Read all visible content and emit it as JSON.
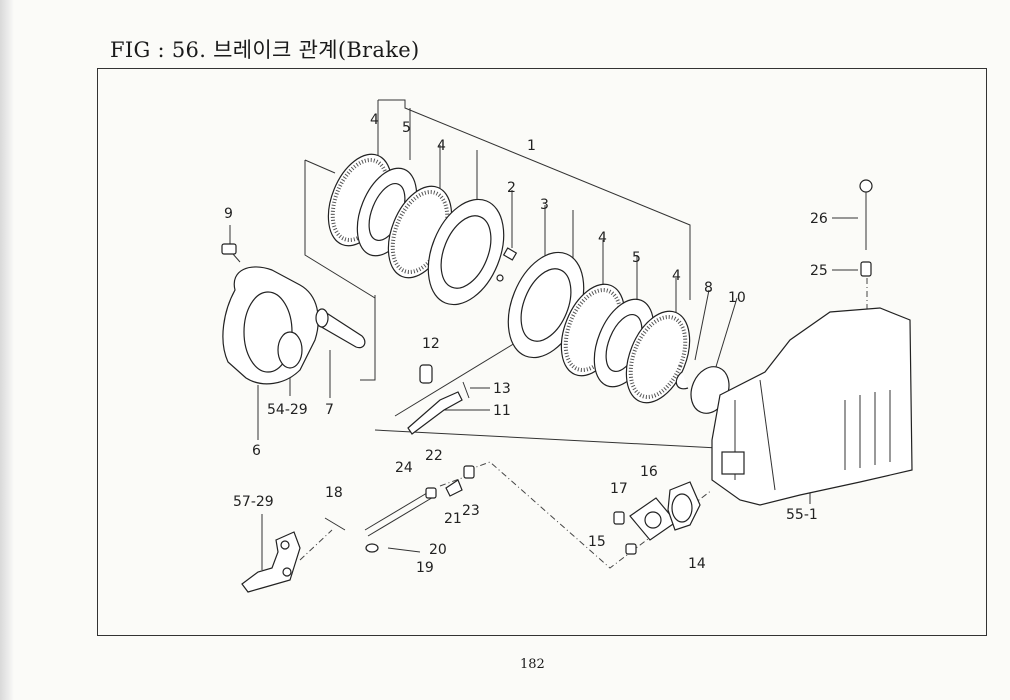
{
  "figure": {
    "title": "FIG : 56. 브레이크 관계(Brake)",
    "page_number": "182"
  },
  "callouts": [
    {
      "id": "p1",
      "label": "1"
    },
    {
      "id": "p2",
      "label": "2"
    },
    {
      "id": "p3",
      "label": "3"
    },
    {
      "id": "p4a",
      "label": "4"
    },
    {
      "id": "p4b",
      "label": "4"
    },
    {
      "id": "p4c",
      "label": "4"
    },
    {
      "id": "p4d",
      "label": "4"
    },
    {
      "id": "p5a",
      "label": "5"
    },
    {
      "id": "p5b",
      "label": "5"
    },
    {
      "id": "p6",
      "label": "6"
    },
    {
      "id": "p7",
      "label": "7"
    },
    {
      "id": "p8",
      "label": "8"
    },
    {
      "id": "p9",
      "label": "9"
    },
    {
      "id": "p10",
      "label": "10"
    },
    {
      "id": "p11",
      "label": "11"
    },
    {
      "id": "p12",
      "label": "12"
    },
    {
      "id": "p13",
      "label": "13"
    },
    {
      "id": "p14",
      "label": "14"
    },
    {
      "id": "p15",
      "label": "15"
    },
    {
      "id": "p16",
      "label": "16"
    },
    {
      "id": "p17",
      "label": "17"
    },
    {
      "id": "p18",
      "label": "18"
    },
    {
      "id": "p19",
      "label": "19"
    },
    {
      "id": "p20",
      "label": "20"
    },
    {
      "id": "p21",
      "label": "21"
    },
    {
      "id": "p22",
      "label": "22"
    },
    {
      "id": "p23",
      "label": "23"
    },
    {
      "id": "p24",
      "label": "24"
    },
    {
      "id": "p25",
      "label": "25"
    },
    {
      "id": "p26",
      "label": "26"
    },
    {
      "id": "p5429",
      "label": "54-29"
    },
    {
      "id": "p551",
      "label": "55-1"
    },
    {
      "id": "p5729",
      "label": "57-29"
    }
  ]
}
